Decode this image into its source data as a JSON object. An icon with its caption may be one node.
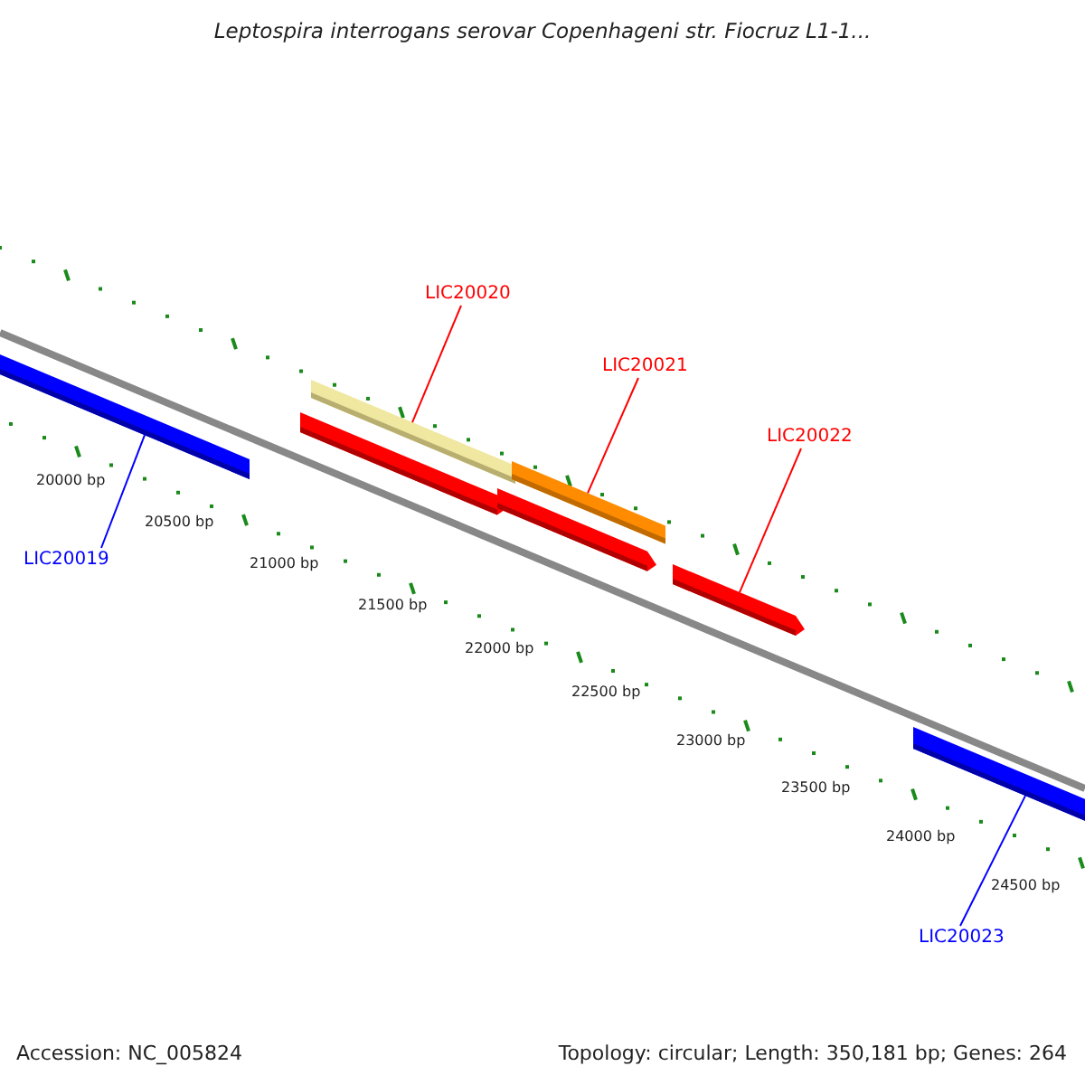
{
  "diagram": {
    "title": "Leptospira interrogans serovar Copenhageni str. Fiocruz L1-1...",
    "nodes": [
      {
        "text": [],
        "shape": "bar"
      },
      {
        "text": [],
        "shape": "bar"
      },
      {
        "text": [],
        "shape": "bar"
      },
      {
        "text": [],
        "shape": "bar"
      },
      {
        "text": [],
        "shape": "bar"
      },
      {
        "text": [],
        "shape": "bar"
      },
      {
        "text": [],
        "shape": "bar"
      },
      {
        "text": [
          "LIC20019"
        ]
      },
      {
        "text": [
          "LIC20020"
        ]
      },
      {
        "text": [
          "LIC20021"
        ]
      },
      {
        "text": [
          "LIC20022"
        ]
      },
      {
        "text": [
          "LIC20023"
        ]
      }
    ],
    "edges": [
      {
        "from": 7,
        "to": 0,
        "arrow": "none",
        "color": "#0000ff"
      },
      {
        "from": 8,
        "to": 1,
        "arrow": "none"
      },
      {
        "from": 9,
        "to": 3,
        "arrow": "none"
      },
      {
        "from": 10,
        "to": 5,
        "arrow": "none"
      },
      {
        "from": 11,
        "to": 6,
        "arrow": "none",
        "color": "#0000ff"
      }
    ],
    "labels": [
      "20000 bp",
      "20500 bp",
      "21000 bp",
      "21500 bp",
      "22000 bp",
      "22500 bp",
      "23000 bp",
      "23500 bp",
      "24000 bp",
      "24500 bp",
      "Accession: NC_005824",
      "Topology: circular; Length: 350,181 bp; Genes: 264"
    ]
  }
}
